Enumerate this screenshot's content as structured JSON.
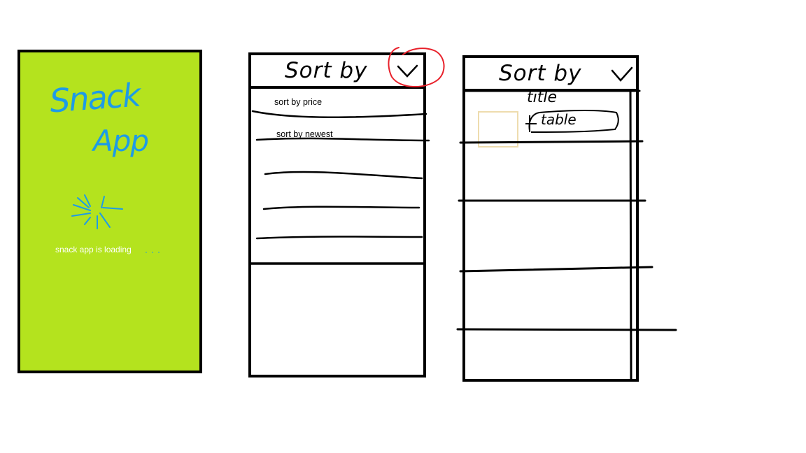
{
  "splash": {
    "title_line1": "Snack",
    "title_line2": "App",
    "loading_text": "snack app is loading"
  },
  "sort_menu": {
    "header_label": "Sort by",
    "options": [
      {
        "label": "sort by price"
      },
      {
        "label": "sort by newest"
      }
    ]
  },
  "list_screen": {
    "header_label": "Sort by",
    "item_title": "title",
    "item_subtitle": "table"
  },
  "colors": {
    "splash_bg": "#b4e31e",
    "splash_title": "#1e9be6",
    "highlight_circle": "#e8202a",
    "thumbnail_border": "#eedcae"
  },
  "icons": [
    "spinner-icon",
    "chevron-down-icon"
  ]
}
